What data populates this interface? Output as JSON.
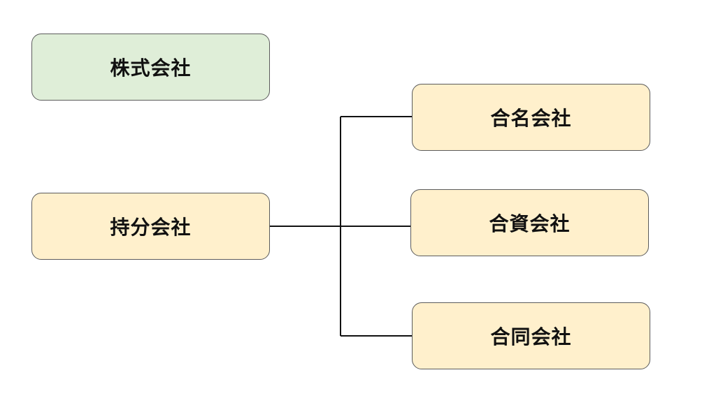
{
  "diagram": {
    "nodes": {
      "kabushiki": {
        "label": "株式会社",
        "fill": "#dfeed8"
      },
      "mochibun": {
        "label": "持分会社",
        "fill": "#fff0cc"
      },
      "gomei": {
        "label": "合名会社",
        "fill": "#fff0cc"
      },
      "goshi": {
        "label": "合資会社",
        "fill": "#fff0cc"
      },
      "godo": {
        "label": "合同会社",
        "fill": "#fff0cc"
      }
    },
    "edges": [
      {
        "from": "mochibun",
        "to": "gomei"
      },
      {
        "from": "mochibun",
        "to": "goshi"
      },
      {
        "from": "mochibun",
        "to": "godo"
      }
    ],
    "colors": {
      "border": "#5b5b5b",
      "line": "#111111",
      "text": "#111111"
    }
  }
}
